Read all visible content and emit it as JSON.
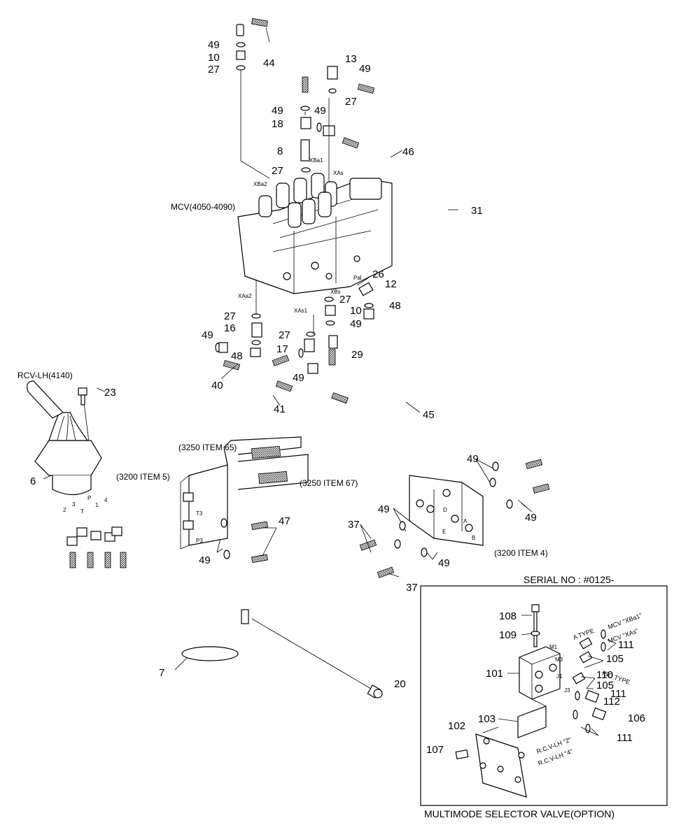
{
  "diagram": {
    "mcv_label": "MCV(4050-4090)",
    "rcv_label": "RCV-LH(4140)",
    "ref_3250_65": "(3250 ITEM 65)",
    "ref_3250_67": "(3250 ITEM 67)",
    "ref_3200_5": "(3200 ITEM 5)",
    "ref_3200_4": "(3200 ITEM 4)",
    "port_xba2": "XBa2",
    "port_xba1": "XBa1",
    "port_xas": "XAs",
    "port_xaa2": "XAa2",
    "port_xas1": "XAs1",
    "port_xbs": "XBs",
    "port_pal": "Pal",
    "port_t3": "T3",
    "port_p3": "P3",
    "port_d": "D",
    "port_e": "E",
    "port_a": "A",
    "port_b": "B",
    "rcv_port_2": "2",
    "rcv_port_3": "3",
    "rcv_port_t": "T",
    "rcv_port_p": "P",
    "rcv_port_1": "1",
    "rcv_port_4": "4",
    "callouts": {
      "c49a": "49",
      "c10a": "10",
      "c27a": "27",
      "c44": "44",
      "c13": "13",
      "c49b": "49",
      "c27b": "27",
      "c49c": "49",
      "c49d": "49",
      "c18": "18",
      "c8": "8",
      "c27c": "27",
      "c46": "46",
      "c31": "31",
      "c26": "26",
      "c12": "12",
      "c27d": "27",
      "c10b": "10",
      "c48a": "48",
      "c49e": "49",
      "c27e": "27",
      "c16": "16",
      "c27f": "27",
      "c49f": "49",
      "c48b": "48",
      "c17": "17",
      "c29": "29",
      "c49g": "49",
      "c40": "40",
      "c41": "41",
      "c45": "45",
      "c23": "23",
      "c6": "6",
      "c49h": "49",
      "c49i": "49",
      "c47": "47",
      "c49j": "49",
      "c37a": "37",
      "c49k": "49",
      "c49l": "49",
      "c37b": "37",
      "c7": "7",
      "c20": "20"
    }
  },
  "option_box": {
    "serial": "SERIAL NO : #0125-",
    "caption": "MULTIMODE SELECTOR VALVE(OPTION)",
    "a_type": "A TYPE",
    "iso_type": "ISO TYPE",
    "mcv_xba1": "MCV \"XBa1\"",
    "mcv_xas": "MCV \"XAs\"",
    "rcv_lh_2": "R.C.V-LH \"2\"",
    "rcv_lh_4": "R.C.V-LH \"4\"",
    "port_m1": "M1",
    "port_m3": "M3",
    "port_j1": "J1",
    "port_j3": "J3",
    "callouts": {
      "c108": "108",
      "c109": "109",
      "c111a": "111",
      "c105a": "105",
      "c101": "101",
      "c110": "110",
      "c105b": "105",
      "c111b": "111",
      "c112": "112",
      "c103": "103",
      "c102": "102",
      "c106": "106",
      "c111c": "111",
      "c107": "107"
    }
  }
}
